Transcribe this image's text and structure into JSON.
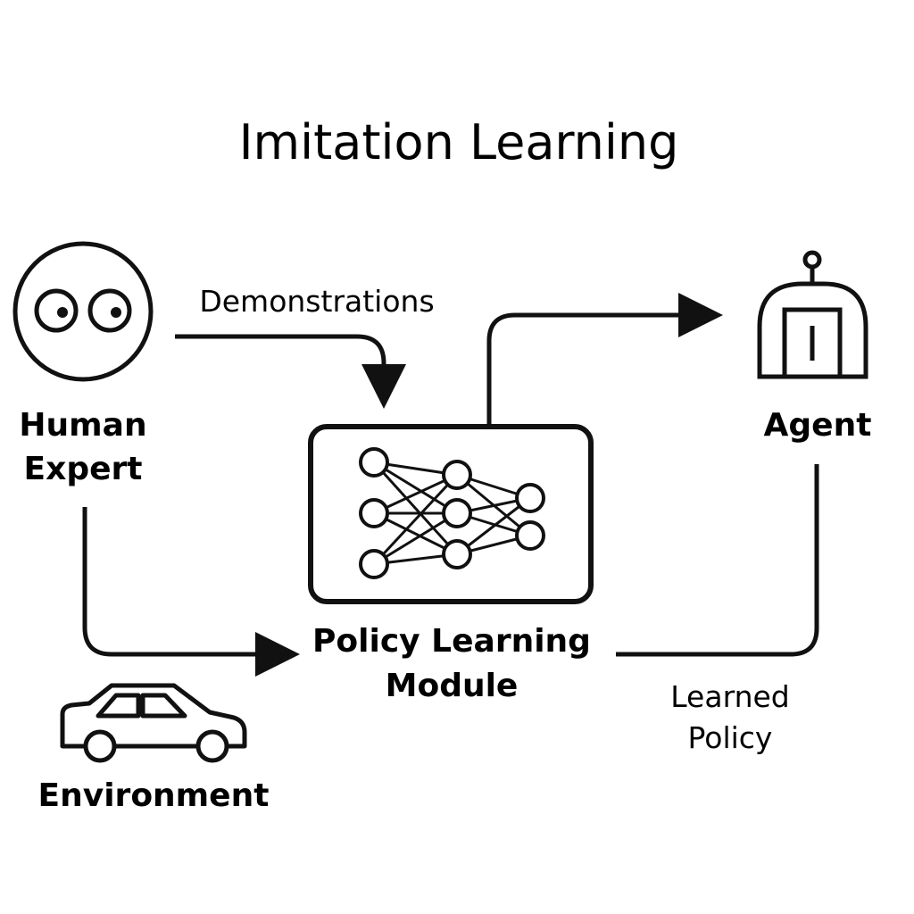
{
  "title": "Imitation Learning",
  "nodes": {
    "human": {
      "line1": "Human",
      "line2": "Expert",
      "icon": "face-icon"
    },
    "agent": {
      "label": "Agent",
      "icon": "robot-icon"
    },
    "policy": {
      "line1": "Policy Learning",
      "line2": "Module",
      "icon": "neural-network-icon"
    },
    "environment": {
      "label": "Environment",
      "icon": "car-icon"
    }
  },
  "edges": {
    "demonstrations": "Demonstrations",
    "learned_policy": {
      "line1": "Learned",
      "line2": "Policy"
    }
  },
  "colors": {
    "stroke": "#111111",
    "background": "#ffffff"
  }
}
